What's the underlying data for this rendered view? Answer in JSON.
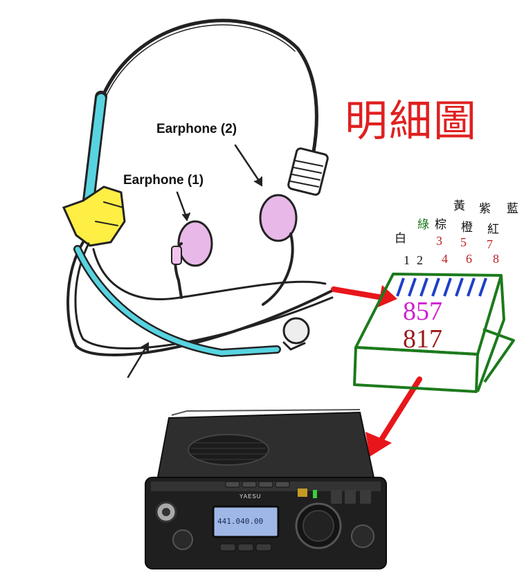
{
  "title": "明細圖",
  "headset": {
    "earphone1_label": "Earphone (1)",
    "earphone2_label": "Earphone (2)"
  },
  "connector": {
    "colors": {
      "bai": "白",
      "lu": "綠",
      "zong": "棕",
      "huang": "黃",
      "cheng": "橙",
      "zi": "紫",
      "hong": "紅",
      "lan": "藍"
    },
    "pins": [
      "1",
      "2",
      "3",
      "4",
      "5",
      "6",
      "7",
      "8"
    ],
    "model_a": "857",
    "model_b": "817"
  },
  "radio": {
    "brand": "YAESU",
    "display": "441.040.00"
  },
  "accent_colors": {
    "title_red": "#e02020",
    "arrow_red": "#e8161b",
    "connector_green": "#1c7a1c",
    "pin_blue": "#1e3fc8",
    "model_a_magenta": "#d020d0",
    "model_b_darkred": "#9a1a1a",
    "boom_cyan": "#58d4e0",
    "clip_yellow": "#ffee44",
    "ear_pink": "#e8b8e8"
  }
}
